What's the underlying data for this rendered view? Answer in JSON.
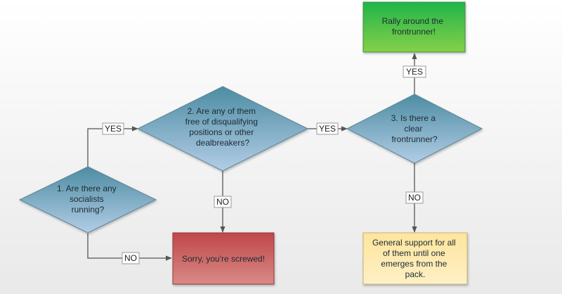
{
  "nodes": {
    "q1": {
      "lines": [
        "1. Are there any",
        "socialists",
        "running?"
      ]
    },
    "q2": {
      "lines": [
        "2. Are any of them",
        "free of disqualifying",
        "positions or other",
        "dealbreakers?"
      ]
    },
    "q3": {
      "lines": [
        "3. Is there a",
        "clear",
        "frontrunner?"
      ]
    },
    "rally": {
      "lines": [
        "Rally around the",
        "frontrunner!"
      ]
    },
    "screwed": {
      "lines": [
        "Sorry, you're screwed!"
      ]
    },
    "general": {
      "lines": [
        "General support for all",
        "of them until one",
        "emerges from the",
        "pack."
      ]
    }
  },
  "edge_labels": {
    "q1_yes": "YES",
    "q1_no": "NO",
    "q2_yes": "YES",
    "q2_no": "NO",
    "q3_yes": "YES",
    "q3_no": "NO"
  },
  "colors": {
    "decision_top": "#4d8da3",
    "decision_bottom": "#b2cde6",
    "decision_stroke": "#5a8494",
    "rally_top": "#1fb54a",
    "rally_bottom": "#86d04a",
    "screwed_top": "#c0474a",
    "screwed_bottom": "#d98a86",
    "general_top": "#fde59d",
    "general_bottom": "#fef0c6",
    "connector": "#555555"
  }
}
